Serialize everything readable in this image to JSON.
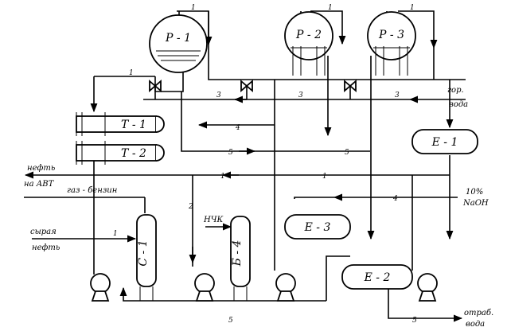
{
  "reactors": [
    "Р - 1",
    "Р - 2",
    "Р - 3"
  ],
  "heat_exchangers": [
    "Т - 1",
    "Т - 2"
  ],
  "vessels": [
    "Е - 1",
    "Е - 2",
    "Е - 3"
  ],
  "column": "С - 1",
  "tank": "Б - 4",
  "streams": {
    "hot_water": [
      "гор.",
      "вода"
    ],
    "oil_to_avt": [
      "нефть",
      "на АВТ"
    ],
    "gas_gasoline": "газ - бензин",
    "raw_oil": [
      "сырая",
      "нефть"
    ],
    "nchk": "НЧК",
    "naoh": [
      "10%",
      "NaOH"
    ],
    "waste_water": [
      "отраб.",
      "вода"
    ]
  },
  "line_numbers": [
    "1",
    "2",
    "3",
    "4",
    "5"
  ]
}
